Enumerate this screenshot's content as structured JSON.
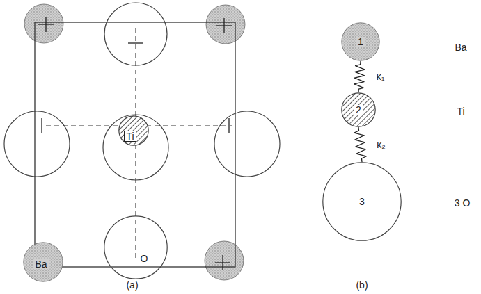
{
  "diagram": {
    "nodes": [
      {
        "text": [
          "Ti"
        ]
      },
      {
        "text": [
          "Ba"
        ]
      },
      {
        "text": [
          "O"
        ]
      },
      {
        "text": [
          "1"
        ]
      },
      {
        "text": [
          "2"
        ]
      },
      {
        "text": [
          "3"
        ]
      }
    ],
    "edges": [
      {
        "from": 3,
        "to": 4,
        "arrow": "none",
        "label": "κ₁"
      },
      {
        "from": 4,
        "to": 5,
        "arrow": "none",
        "label": "κ₂"
      }
    ],
    "labels": [
      "Ba",
      "Ti",
      "3 O",
      "(a)",
      "(b)"
    ]
  }
}
